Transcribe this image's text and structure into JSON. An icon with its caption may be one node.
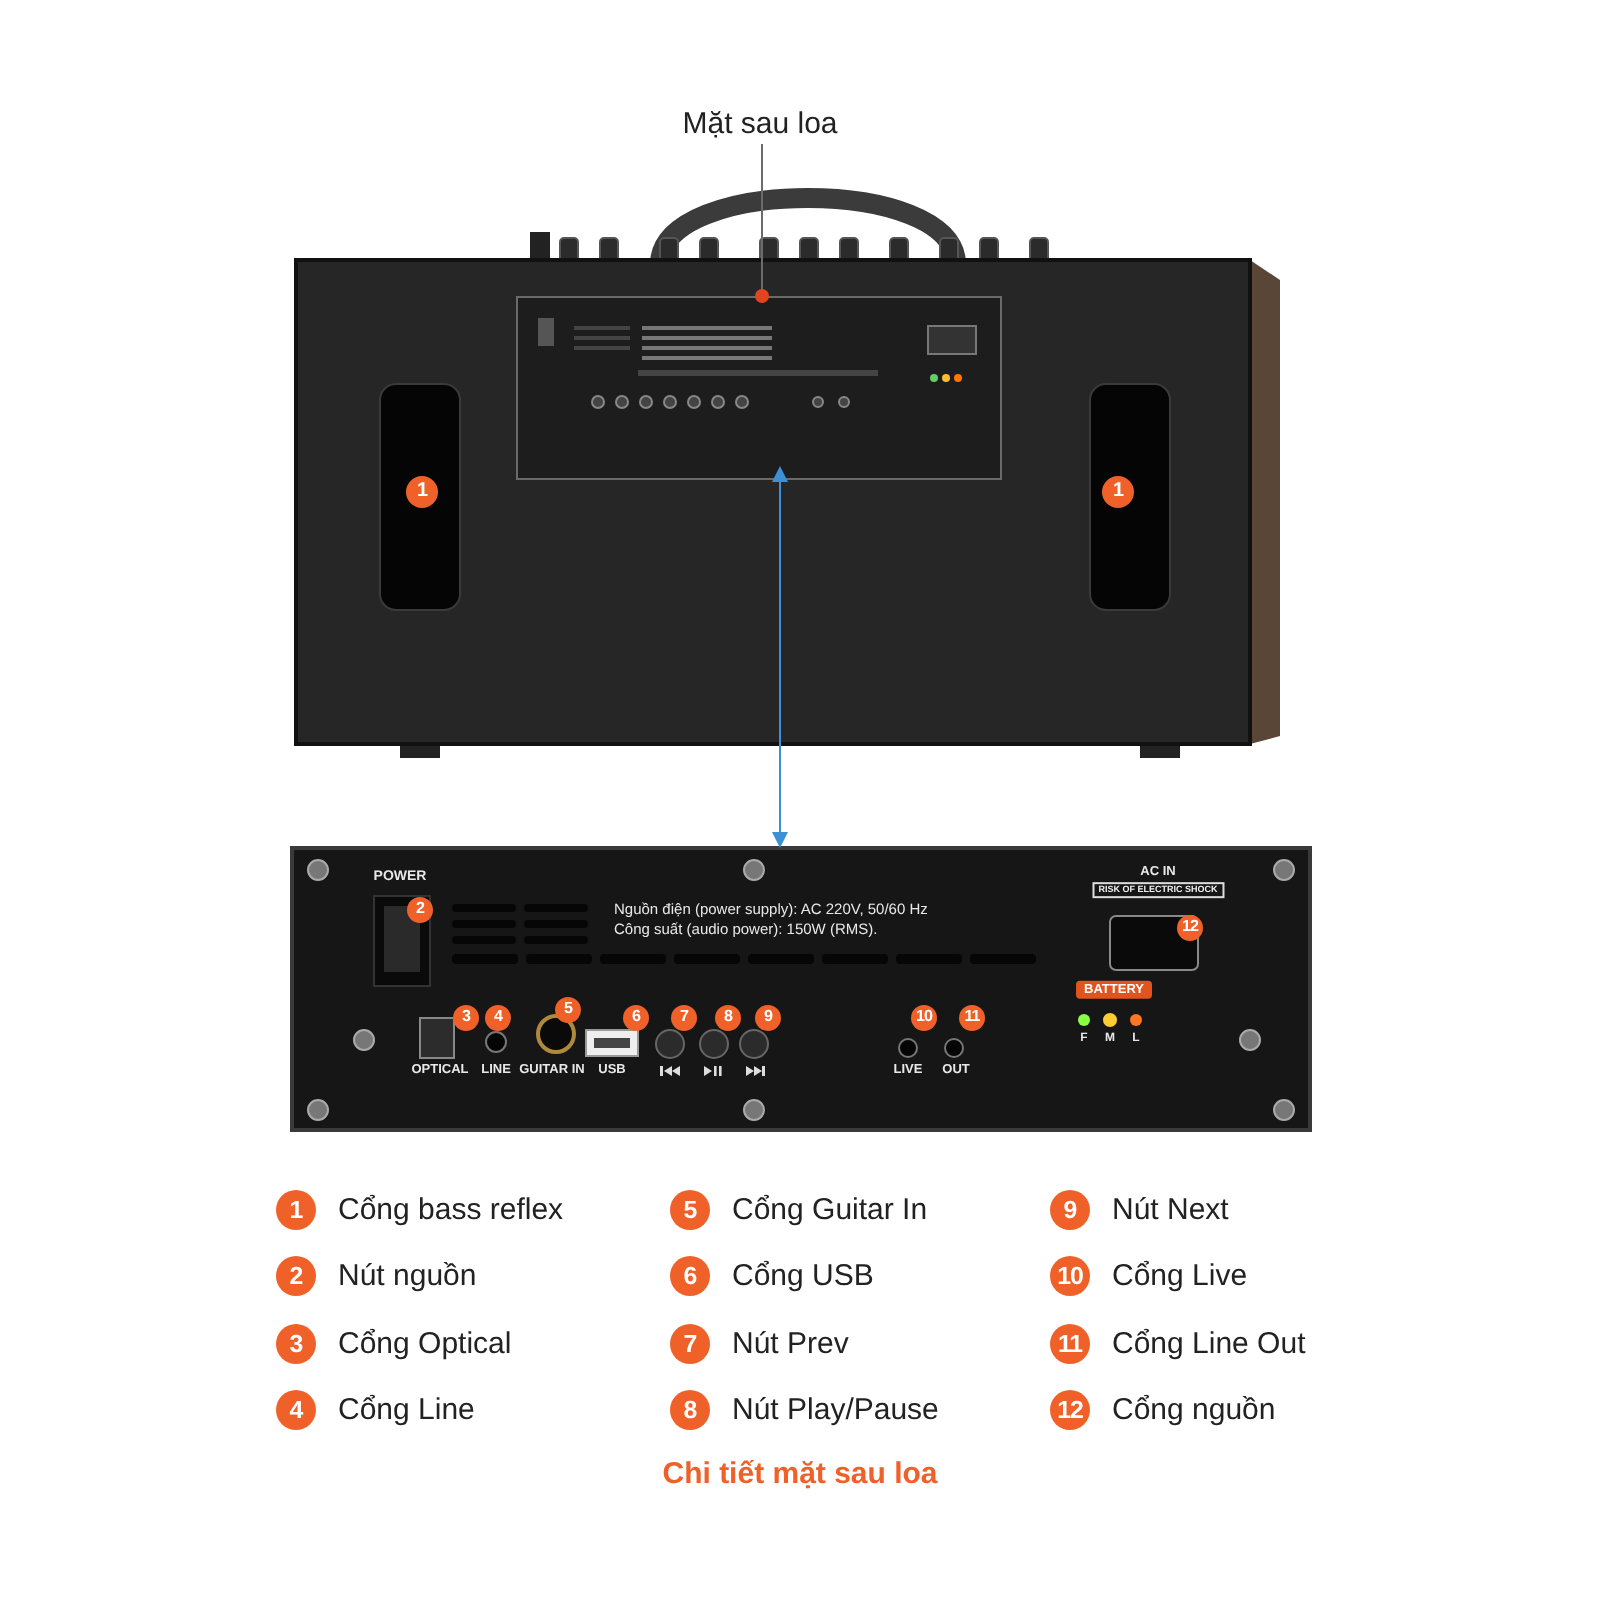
{
  "diagram": {
    "caption": "Chi tiết mặt sau loa",
    "nodes": [
      {
        "text": [
          "Mặt sau loa"
        ]
      },
      {
        "text": [],
        "shape": "picture"
      },
      {
        "text": [],
        "shape": "picture"
      }
    ],
    "edges": [
      {
        "from": 0,
        "to": 1,
        "arrow": "other"
      },
      {
        "from": 1,
        "to": 2,
        "arrow": "both",
        "color": "#3d8fd6"
      }
    ],
    "labels": [
      "1",
      "1",
      "POWER",
      "2",
      "Nguồn điện (power supply): AC 220V, 50/60 Hz",
      "Công suất (audio power): 150W (RMS).",
      "AC IN",
      "RISK OF ELECTRIC SHOCK",
      "12",
      "BATTERY",
      "3",
      "4",
      "5",
      "6",
      "7",
      "8",
      "9",
      "10",
      "11",
      "F",
      "M",
      "L",
      "OPTICAL",
      "LINE",
      "GUITAR IN",
      "USB",
      "LIVE",
      "OUT",
      "1",
      "Cổng bass reflex",
      "5",
      "Cổng Guitar In",
      "9",
      "Nút Next",
      "2",
      "Nút nguồn",
      "6",
      "Cổng USB",
      "10",
      "Cổng Live",
      "3",
      "Cổng Optical",
      "7",
      "Nút Prev",
      "11",
      "Cổng Line Out",
      "4",
      "Cổng Line",
      "8",
      "Nút Play/Pause",
      "12",
      "Cổng nguồn"
    ]
  }
}
